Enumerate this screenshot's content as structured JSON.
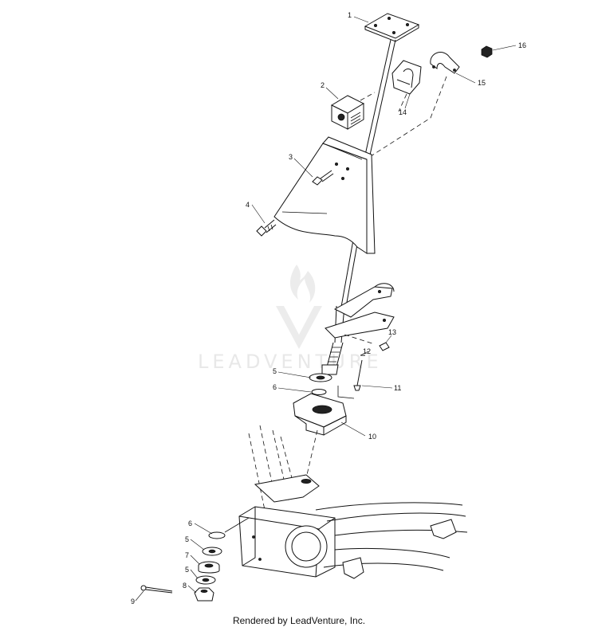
{
  "footer": {
    "text": "Rendered by LeadVenture, Inc."
  },
  "watermark": {
    "text": "LEADVENTURE",
    "color": "#e8e8e8"
  },
  "labels": [
    {
      "id": "1",
      "text": "1"
    },
    {
      "id": "2",
      "text": "2"
    },
    {
      "id": "3",
      "text": "3"
    },
    {
      "id": "4",
      "text": "4"
    },
    {
      "id": "5a",
      "text": "5"
    },
    {
      "id": "6a",
      "text": "6"
    },
    {
      "id": "10",
      "text": "10"
    },
    {
      "id": "11",
      "text": "11"
    },
    {
      "id": "12",
      "text": "12"
    },
    {
      "id": "13",
      "text": "13"
    },
    {
      "id": "14",
      "text": "14"
    },
    {
      "id": "15",
      "text": "15"
    },
    {
      "id": "16",
      "text": "16"
    },
    {
      "id": "6b",
      "text": "6"
    },
    {
      "id": "5b",
      "text": "5"
    },
    {
      "id": "7",
      "text": "7"
    },
    {
      "id": "5c",
      "text": "5"
    },
    {
      "id": "8",
      "text": "8"
    },
    {
      "id": "9",
      "text": "9"
    }
  ]
}
